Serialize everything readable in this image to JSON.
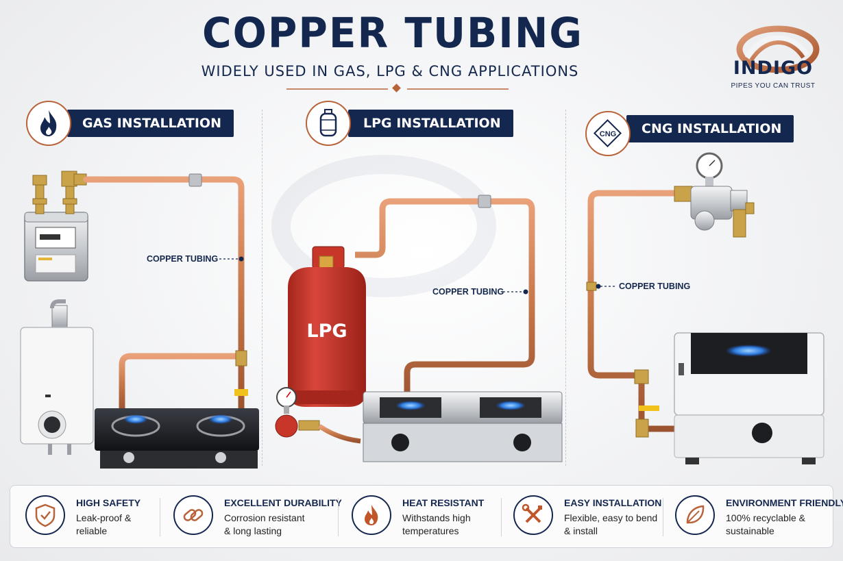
{
  "header": {
    "title": "COPPER TUBING",
    "subtitle": "WIDELY USED IN GAS, LPG & CNG APPLICATIONS"
  },
  "brand": {
    "name": "INDIGO",
    "tagline": "PIPES YOU CAN TRUST"
  },
  "colors": {
    "navy": "#14274e",
    "copper": "#c7784a",
    "brass": "#c9a24a",
    "lpg_red": "#c6362a"
  },
  "sections": [
    {
      "title": "GAS INSTALLATION",
      "icon": "flame-icon",
      "callout": "COPPER TUBING"
    },
    {
      "title": "LPG INSTALLATION",
      "icon": "gas-cylinder-icon",
      "callout": "COPPER TUBING",
      "cylinder_label": "LPG"
    },
    {
      "title": "CNG INSTALLATION",
      "icon": "cng-diamond-icon",
      "icon_text": "CNG",
      "callout": "COPPER TUBING"
    }
  ],
  "features": [
    {
      "icon": "shield-check-icon",
      "title": "HIGH SAFETY",
      "desc": "Leak-proof & reliable"
    },
    {
      "icon": "chain-link-icon",
      "title": "EXCELLENT DURABILITY",
      "desc": "Corrosion resistant & long lasting"
    },
    {
      "icon": "flame-icon",
      "title": "HEAT RESISTANT",
      "desc": "Withstands high temperatures"
    },
    {
      "icon": "tools-icon",
      "title": "EASY INSTALLATION",
      "desc": "Flexible, easy to bend & install"
    },
    {
      "icon": "leaf-icon",
      "title": "ENVIRONMENT FRIENDLY",
      "desc": "100% recyclable & sustainable"
    }
  ]
}
